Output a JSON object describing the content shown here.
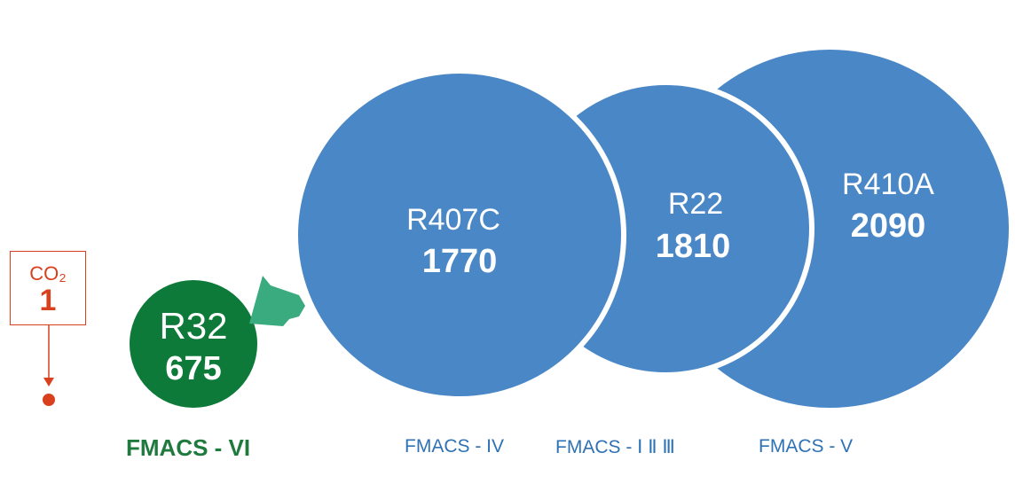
{
  "co2": {
    "name": "CO₂",
    "value": "1"
  },
  "refrigerants": [
    {
      "name": "R410A",
      "value": "2090",
      "system": "FMACS - V",
      "color": "#4a87c6"
    },
    {
      "name": "R22",
      "value": "1810",
      "system": "FMACS - Ⅰ Ⅱ Ⅲ",
      "color": "#4a87c6"
    },
    {
      "name": "R407C",
      "value": "1770",
      "system": "FMACS - IV",
      "color": "#4a87c6"
    },
    {
      "name": "R32",
      "value": "675",
      "system": "FMACS - VI",
      "color": "#0d7a3a"
    }
  ],
  "colors": {
    "arrow": "#3aaa7f",
    "co2": "#d9401e",
    "label_blue": "#2e72b5",
    "label_green": "#1f7a3e"
  }
}
